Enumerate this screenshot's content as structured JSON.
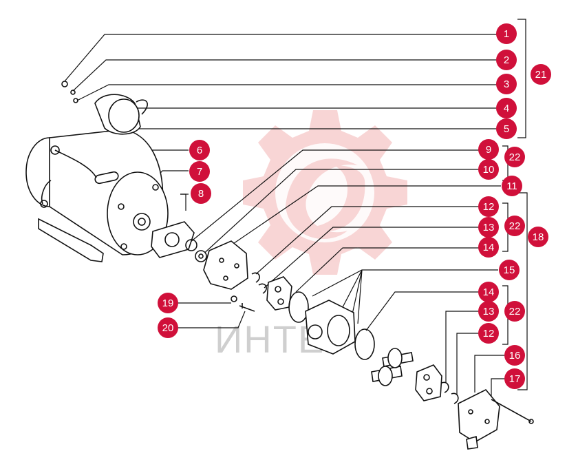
{
  "colors": {
    "callout": "#d0103a",
    "watermark": "#f3b6b6",
    "line": "#111111"
  },
  "watermark": {
    "text": "ИНТЕ"
  },
  "callouts": [
    {
      "id": "c1",
      "label": "1"
    },
    {
      "id": "c2",
      "label": "2"
    },
    {
      "id": "c3",
      "label": "3"
    },
    {
      "id": "c4",
      "label": "4"
    },
    {
      "id": "c5",
      "label": "5"
    },
    {
      "id": "c6",
      "label": "6"
    },
    {
      "id": "c7",
      "label": "7"
    },
    {
      "id": "c8",
      "label": "8"
    },
    {
      "id": "c9",
      "label": "9"
    },
    {
      "id": "c10",
      "label": "10"
    },
    {
      "id": "c11",
      "label": "11"
    },
    {
      "id": "c12a",
      "label": "12"
    },
    {
      "id": "c13a",
      "label": "13"
    },
    {
      "id": "c14a",
      "label": "14"
    },
    {
      "id": "c15",
      "label": "15"
    },
    {
      "id": "c14b",
      "label": "14"
    },
    {
      "id": "c13b",
      "label": "13"
    },
    {
      "id": "c12b",
      "label": "12"
    },
    {
      "id": "c16",
      "label": "16"
    },
    {
      "id": "c17",
      "label": "17"
    },
    {
      "id": "c19",
      "label": "19"
    },
    {
      "id": "c20",
      "label": "20"
    },
    {
      "id": "c21",
      "label": "21"
    },
    {
      "id": "c22a",
      "label": "22"
    },
    {
      "id": "c22b",
      "label": "22"
    },
    {
      "id": "c22c",
      "label": "22"
    },
    {
      "id": "c18",
      "label": "18"
    }
  ]
}
